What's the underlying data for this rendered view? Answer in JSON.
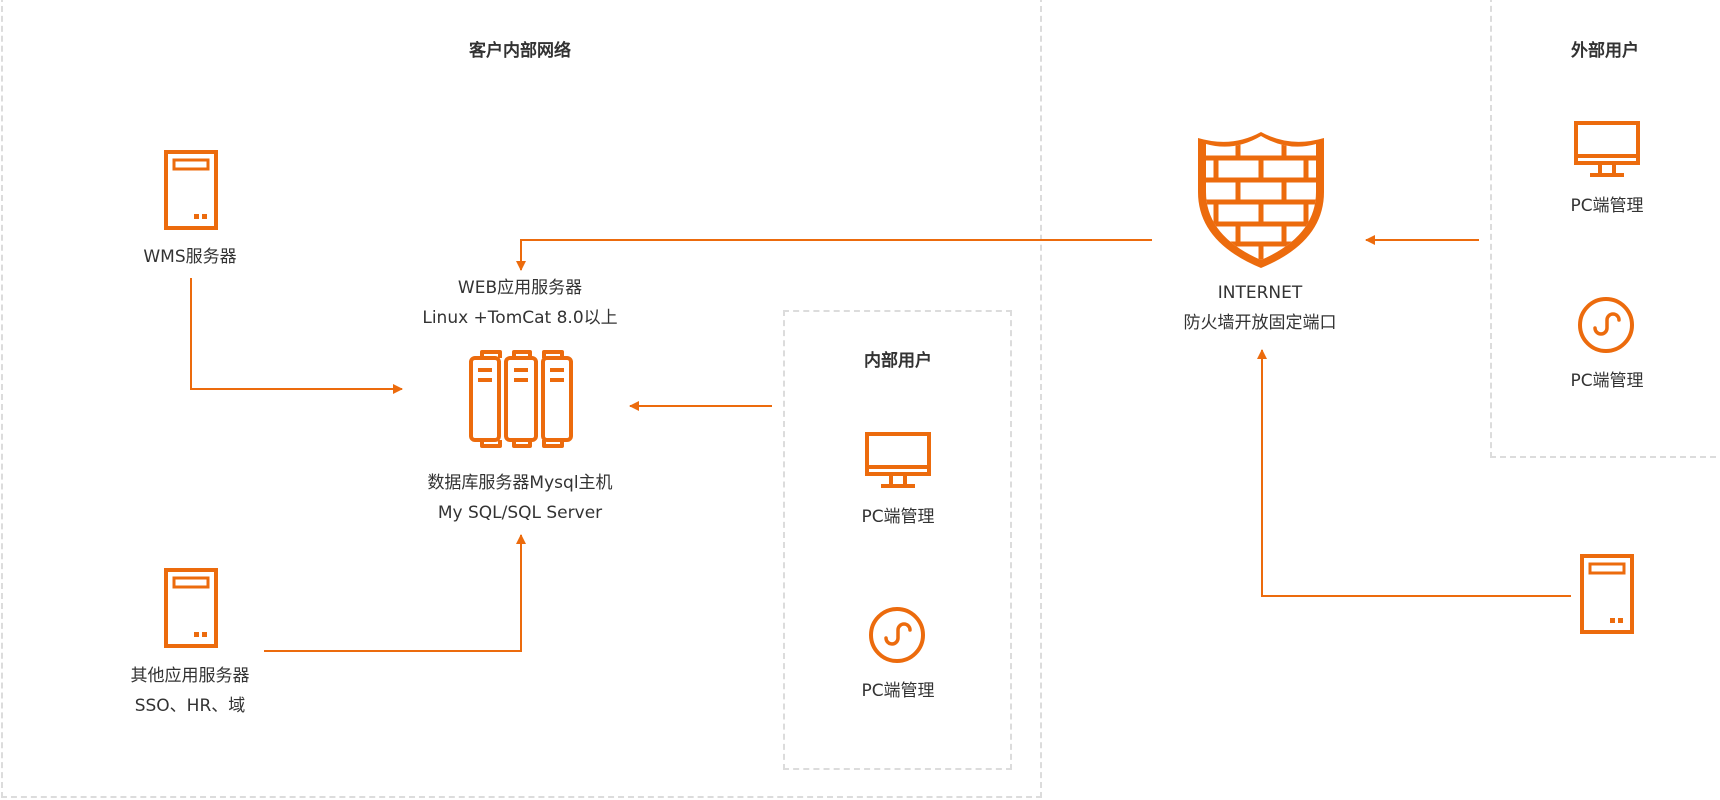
{
  "colors": {
    "accent": "#ec6b0d",
    "border": "#dcdcdc",
    "text": "#333333"
  },
  "groups": {
    "internal_network": {
      "title": "客户内部网络"
    },
    "internal_users": {
      "title": "内部用户"
    },
    "external_users": {
      "title": "外部用户"
    }
  },
  "nodes": {
    "wms_server": {
      "icon": "server-icon",
      "line1": "WMS服务器"
    },
    "other_servers": {
      "icon": "server-icon",
      "line1": "其他应用服务器",
      "line2": "SSO、HR、域"
    },
    "web_app": {
      "line1": "WEB应用服务器",
      "line2": "Linux +TomCat 8.0以上"
    },
    "database": {
      "icon": "server-rack-icon",
      "line1": "数据库服务器Mysql主机",
      "line2": "My SQL/SQL Server"
    },
    "internal_pc": {
      "icon": "monitor-icon",
      "line1": "PC端管理"
    },
    "internal_mini": {
      "icon": "mini-program-icon",
      "line1": "PC端管理"
    },
    "firewall": {
      "icon": "firewall-shield-icon",
      "line1": "INTERNET",
      "line2": "防火墙开放固定端口"
    },
    "external_pc": {
      "icon": "monitor-icon",
      "line1": "PC端管理"
    },
    "external_mini": {
      "icon": "mini-program-icon",
      "line1": "PC端管理"
    },
    "external_server": {
      "icon": "server-icon"
    }
  }
}
